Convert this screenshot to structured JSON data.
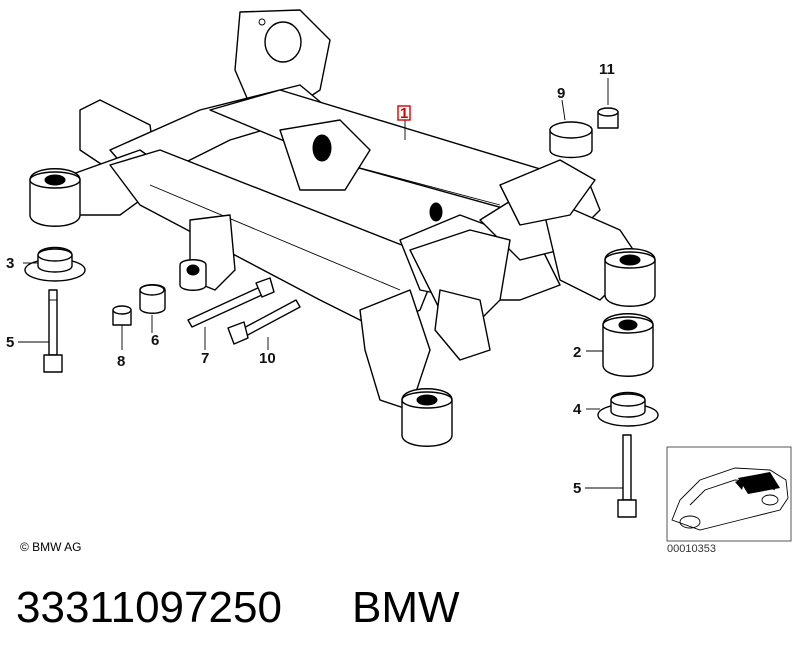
{
  "callouts": {
    "c1": "1",
    "c2": "2",
    "c3": "3",
    "c4": "4",
    "c5a": "5",
    "c5b": "5",
    "c6": "6",
    "c7": "7",
    "c8": "8",
    "c9": "9",
    "c10": "10",
    "c11": "11"
  },
  "footer": {
    "copyright": "© BMW AG",
    "diagram_id": "00010353"
  },
  "caption": {
    "part_number": "33311097250",
    "brand": "BMW"
  },
  "colors": {
    "highlight_box": "#d40000"
  }
}
